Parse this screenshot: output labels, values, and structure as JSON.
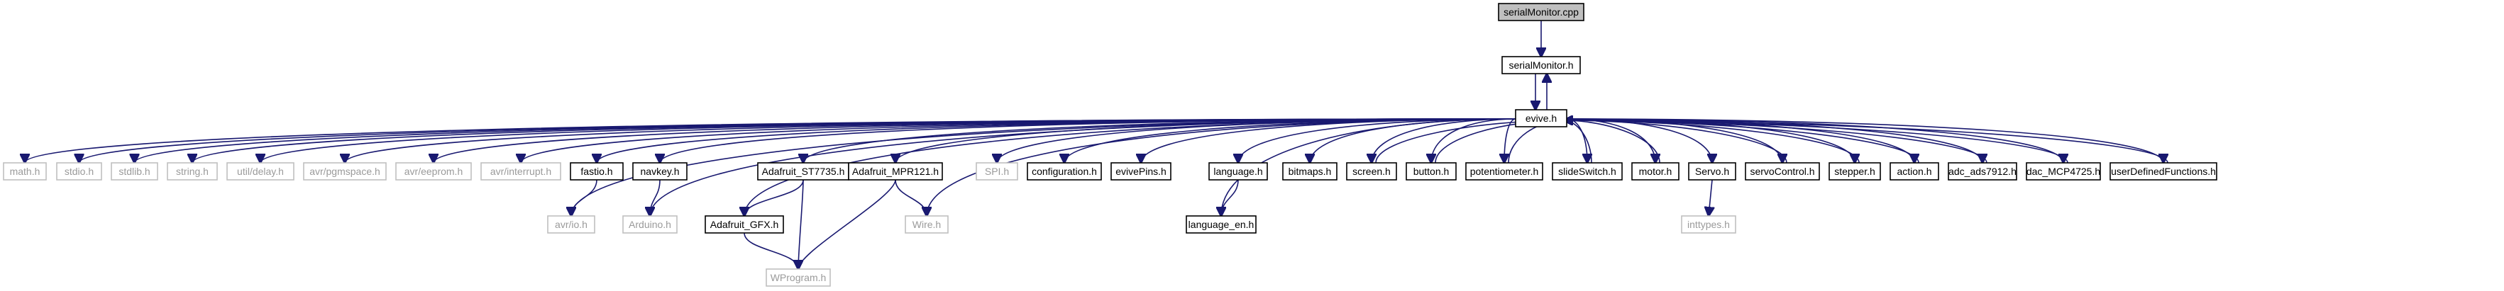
{
  "colors": {
    "edge": "#191970",
    "solid_border": "#000000",
    "gray_border": "#bfbfbf",
    "gray_text": "#9a9a9a",
    "root_fill": "#bfbfbf"
  },
  "nodes": [
    {
      "id": "serialMonitor.cpp",
      "label": "serialMonitor.cpp",
      "style": "root"
    },
    {
      "id": "serialMonitor.h",
      "label": "serialMonitor.h",
      "style": "solid"
    },
    {
      "id": "evive.h",
      "label": "evive.h",
      "style": "solid"
    },
    {
      "id": "math.h",
      "label": "math.h",
      "style": "gray"
    },
    {
      "id": "stdio.h",
      "label": "stdio.h",
      "style": "gray"
    },
    {
      "id": "stdlib.h",
      "label": "stdlib.h",
      "style": "gray"
    },
    {
      "id": "string.h",
      "label": "string.h",
      "style": "gray"
    },
    {
      "id": "util/delay.h",
      "label": "util/delay.h",
      "style": "gray"
    },
    {
      "id": "avr/pgmspace.h",
      "label": "avr/pgmspace.h",
      "style": "gray"
    },
    {
      "id": "avr/eeprom.h",
      "label": "avr/eeprom.h",
      "style": "gray"
    },
    {
      "id": "avr/interrupt.h",
      "label": "avr/interrupt.h",
      "style": "gray"
    },
    {
      "id": "fastio.h",
      "label": "fastio.h",
      "style": "solid"
    },
    {
      "id": "navkey.h",
      "label": "navkey.h",
      "style": "solid"
    },
    {
      "id": "Adafruit_ST7735.h",
      "label": "Adafruit_ST7735.h",
      "style": "solid"
    },
    {
      "id": "Adafruit_MPR121.h",
      "label": "Adafruit_MPR121.h",
      "style": "solid"
    },
    {
      "id": "SPI.h",
      "label": "SPI.h",
      "style": "gray"
    },
    {
      "id": "configuration.h",
      "label": "configuration.h",
      "style": "solid"
    },
    {
      "id": "evivePins.h",
      "label": "evivePins.h",
      "style": "solid"
    },
    {
      "id": "language.h",
      "label": "language.h",
      "style": "solid"
    },
    {
      "id": "bitmaps.h",
      "label": "bitmaps.h",
      "style": "solid"
    },
    {
      "id": "screen.h",
      "label": "screen.h",
      "style": "solid"
    },
    {
      "id": "button.h",
      "label": "button.h",
      "style": "solid"
    },
    {
      "id": "potentiometer.h",
      "label": "potentiometer.h",
      "style": "solid"
    },
    {
      "id": "slideSwitch.h",
      "label": "slideSwitch.h",
      "style": "solid"
    },
    {
      "id": "motor.h",
      "label": "motor.h",
      "style": "solid"
    },
    {
      "id": "Servo.h",
      "label": "Servo.h",
      "style": "solid"
    },
    {
      "id": "servoControl.h",
      "label": "servoControl.h",
      "style": "solid"
    },
    {
      "id": "stepper.h",
      "label": "stepper.h",
      "style": "solid"
    },
    {
      "id": "action.h",
      "label": "action.h",
      "style": "solid"
    },
    {
      "id": "adc_ads7912.h",
      "label": "adc_ads7912.h",
      "style": "solid"
    },
    {
      "id": "dac_MCP4725.h",
      "label": "dac_MCP4725.h",
      "style": "solid"
    },
    {
      "id": "userDefinedFunctions.h",
      "label": "userDefinedFunctions.h",
      "style": "solid"
    },
    {
      "id": "avr/io.h",
      "label": "avr/io.h",
      "style": "gray"
    },
    {
      "id": "Arduino.h",
      "label": "Arduino.h",
      "style": "gray"
    },
    {
      "id": "Adafruit_GFX.h",
      "label": "Adafruit_GFX.h",
      "style": "solid"
    },
    {
      "id": "Wire.h",
      "label": "Wire.h",
      "style": "gray"
    },
    {
      "id": "language_en.h",
      "label": "language_en.h",
      "style": "solid"
    },
    {
      "id": "inttypes.h",
      "label": "inttypes.h",
      "style": "gray"
    },
    {
      "id": "WProgram.h",
      "label": "WProgram.h",
      "style": "gray"
    }
  ],
  "edges": [
    {
      "from": "serialMonitor.cpp",
      "to": "serialMonitor.h"
    },
    {
      "from": "serialMonitor.h",
      "to": "evive.h"
    },
    {
      "from": "evive.h",
      "to": "serialMonitor.h"
    },
    {
      "from": "evive.h",
      "to": "math.h"
    },
    {
      "from": "evive.h",
      "to": "stdio.h"
    },
    {
      "from": "evive.h",
      "to": "stdlib.h"
    },
    {
      "from": "evive.h",
      "to": "string.h"
    },
    {
      "from": "evive.h",
      "to": "util/delay.h"
    },
    {
      "from": "evive.h",
      "to": "avr/pgmspace.h"
    },
    {
      "from": "evive.h",
      "to": "avr/eeprom.h"
    },
    {
      "from": "evive.h",
      "to": "avr/interrupt.h"
    },
    {
      "from": "evive.h",
      "to": "fastio.h"
    },
    {
      "from": "evive.h",
      "to": "avr/io.h"
    },
    {
      "from": "evive.h",
      "to": "navkey.h"
    },
    {
      "from": "evive.h",
      "to": "Arduino.h"
    },
    {
      "from": "evive.h",
      "to": "Adafruit_ST7735.h"
    },
    {
      "from": "evive.h",
      "to": "Adafruit_GFX.h"
    },
    {
      "from": "evive.h",
      "to": "Adafruit_MPR121.h"
    },
    {
      "from": "evive.h",
      "to": "Wire.h"
    },
    {
      "from": "evive.h",
      "to": "SPI.h"
    },
    {
      "from": "evive.h",
      "to": "configuration.h"
    },
    {
      "from": "evive.h",
      "to": "evivePins.h"
    },
    {
      "from": "evive.h",
      "to": "language.h"
    },
    {
      "from": "evive.h",
      "to": "language_en.h"
    },
    {
      "from": "evive.h",
      "to": "bitmaps.h"
    },
    {
      "from": "evive.h",
      "to": "screen.h"
    },
    {
      "from": "evive.h",
      "to": "button.h"
    },
    {
      "from": "evive.h",
      "to": "potentiometer.h"
    },
    {
      "from": "evive.h",
      "to": "slideSwitch.h"
    },
    {
      "from": "evive.h",
      "to": "motor.h"
    },
    {
      "from": "evive.h",
      "to": "Servo.h"
    },
    {
      "from": "evive.h",
      "to": "servoControl.h"
    },
    {
      "from": "evive.h",
      "to": "stepper.h"
    },
    {
      "from": "evive.h",
      "to": "action.h"
    },
    {
      "from": "evive.h",
      "to": "adc_ads7912.h"
    },
    {
      "from": "evive.h",
      "to": "dac_MCP4725.h"
    },
    {
      "from": "evive.h",
      "to": "userDefinedFunctions.h"
    },
    {
      "from": "screen.h",
      "to": "evive.h"
    },
    {
      "from": "button.h",
      "to": "evive.h"
    },
    {
      "from": "potentiometer.h",
      "to": "evive.h"
    },
    {
      "from": "slideSwitch.h",
      "to": "evive.h"
    },
    {
      "from": "motor.h",
      "to": "evive.h"
    },
    {
      "from": "servoControl.h",
      "to": "evive.h"
    },
    {
      "from": "stepper.h",
      "to": "evive.h"
    },
    {
      "from": "action.h",
      "to": "evive.h"
    },
    {
      "from": "adc_ads7912.h",
      "to": "evive.h"
    },
    {
      "from": "dac_MCP4725.h",
      "to": "evive.h"
    },
    {
      "from": "userDefinedFunctions.h",
      "to": "evive.h"
    },
    {
      "from": "fastio.h",
      "to": "avr/io.h"
    },
    {
      "from": "navkey.h",
      "to": "Arduino.h"
    },
    {
      "from": "Adafruit_ST7735.h",
      "to": "Adafruit_GFX.h"
    },
    {
      "from": "Adafruit_ST7735.h",
      "to": "WProgram.h"
    },
    {
      "from": "Adafruit_GFX.h",
      "to": "WProgram.h"
    },
    {
      "from": "Adafruit_MPR121.h",
      "to": "Wire.h"
    },
    {
      "from": "Adafruit_MPR121.h",
      "to": "WProgram.h"
    },
    {
      "from": "language.h",
      "to": "language_en.h"
    },
    {
      "from": "Servo.h",
      "to": "inttypes.h"
    }
  ]
}
